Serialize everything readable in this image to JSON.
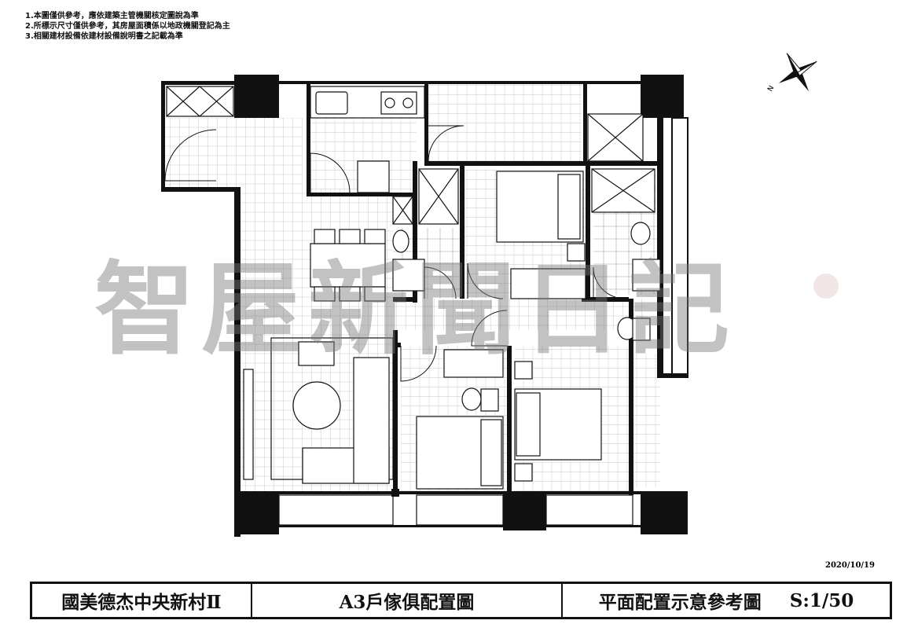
{
  "notes": [
    "1.本圖僅供參考，應依建築主管機關核定圖說為準",
    "2.所標示尺寸僅供參考，其房屋面積係以地政機關登記為主",
    "3.相關建材設備依建材設備說明書之記載為準"
  ],
  "compass": {
    "label": "N"
  },
  "watermark": "智屋新聞日記",
  "date": "2020/10/19",
  "title_block": {
    "project": "國美德杰中央新村Ⅱ",
    "drawing": "A3戶傢俱配置圖",
    "type": "平面配置示意參考圖",
    "scale": "S:1/50"
  }
}
